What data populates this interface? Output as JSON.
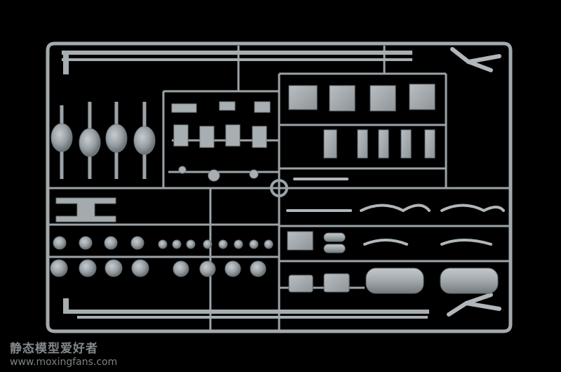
{
  "image": {
    "subject": "Plastic model kit sprue frame with parts",
    "background_color": "#000000",
    "plastic_color": "#9ca3a8"
  },
  "watermark": {
    "title": "静态模型爱好者",
    "url": "www.moxingfans.com"
  }
}
